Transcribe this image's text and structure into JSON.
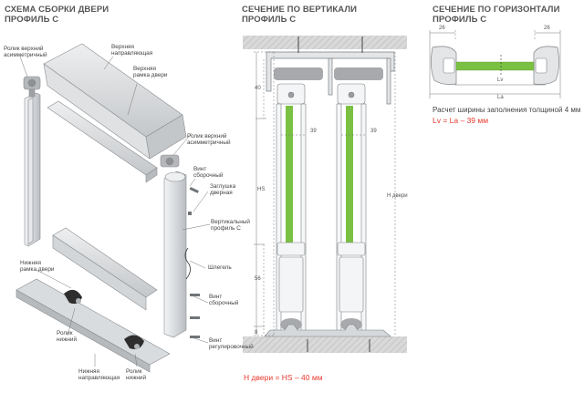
{
  "headers": {
    "assembly": "СХЕМА СБОРКИ ДВЕРИ\nПРОФИЛЬ С",
    "vertical": "СЕЧЕНИЕ ПО ВЕРТИКАЛИ\nПРОФИЛЬ С",
    "horizontal": "СЕЧЕНИЕ ПО ГОРИЗОНТАЛИ\nПРОФИЛЬ С"
  },
  "labels": {
    "roller_top": "Ролик верхний\nасимметричный",
    "top_guide": "Верхняя\nнаправляющая",
    "top_frame": "Верхняя\nрамка двери",
    "roller_top2": "Ролик верхний\nасимметричный",
    "screw_assembly": "Винт\nсборочный",
    "door_plug": "Заглушка\nдверная",
    "vertical_profile": "Вертикальный\nпрофиль С",
    "bottom_frame": "Нижняя\nрамка двери",
    "seal": "Шлегель",
    "screw_assembly2": "Винт\nсборочный",
    "roller_bottom": "Ролик\nнижний",
    "screw_adjust": "Винт\nрегулировочный",
    "bottom_guide": "Нижняя\nнаправляющая",
    "roller_bottom2": "Ролик\nнижний"
  },
  "dims": {
    "d40": "40",
    "d39a": "39",
    "d39b": "39",
    "hs": "HS",
    "h_door": "H двери",
    "d56": "56",
    "d8": "8",
    "w26a": "26",
    "w26b": "26",
    "lv": "Lv",
    "la": "La"
  },
  "formulas": {
    "door_height": "H двери = HS – 40 мм",
    "fill_note": "Расчет ширины заполнения толщиной 4 мм",
    "lv": "Lv = La – 39 мм"
  },
  "colors": {
    "glass": "#7ac143",
    "profile": "#c8ccd0",
    "roller": "#a7a9ac",
    "ceiling": "#cfcfcf",
    "accent": "#e8392e"
  }
}
